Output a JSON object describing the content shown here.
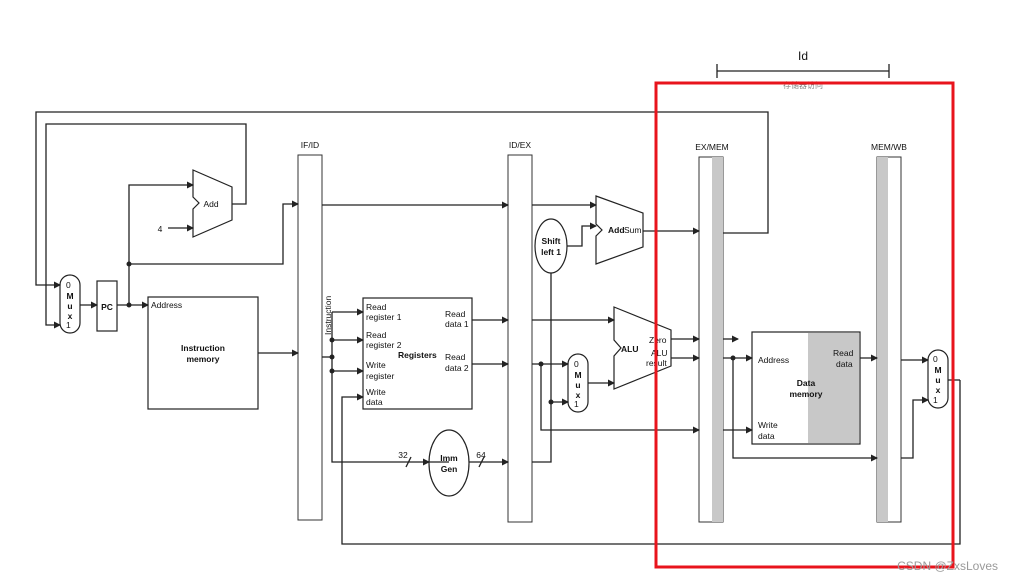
{
  "bracket": {
    "label": "Id",
    "sublabel": "存储器访问"
  },
  "pipeline_registers": [
    "IF/ID",
    "ID/EX",
    "EX/MEM",
    "MEM/WB"
  ],
  "pc": "PC",
  "const_four": "4",
  "mux": {
    "zero": "0",
    "m": "M",
    "u": "u",
    "x": "x",
    "one": "1"
  },
  "adder_if": "Add",
  "adder_ex": {
    "name": "Add",
    "sum": "Sum"
  },
  "instr_mem": {
    "address": "Address",
    "line1": "Instruction",
    "line2": "memory"
  },
  "instruction_bus": "Instruction",
  "registers": {
    "title": "Registers",
    "read1": [
      "Read",
      "register 1"
    ],
    "read2": [
      "Read",
      "register 2"
    ],
    "write_reg": [
      "Write",
      "register"
    ],
    "write_data": [
      "Write",
      "data"
    ],
    "data1": [
      "Read",
      "data 1"
    ],
    "data2": [
      "Read",
      "data 2"
    ]
  },
  "shift": [
    "Shift",
    "left 1"
  ],
  "alu": {
    "name": "ALU",
    "zero": "Zero",
    "result": [
      "ALU",
      "result"
    ]
  },
  "imm_gen": {
    "line1": "Imm",
    "line2": "Gen",
    "width_in": "32",
    "width_out": "64"
  },
  "data_mem": {
    "address": "Address",
    "read_data": [
      "Read",
      "data"
    ],
    "write_data": [
      "Write",
      "data"
    ],
    "title": [
      "Data",
      "memory"
    ]
  },
  "watermark": "CSDN @ZxsLoves",
  "colors": {
    "highlight": "#e8141c",
    "stage_shade": "#c8c8c8",
    "ink": "#222222"
  }
}
